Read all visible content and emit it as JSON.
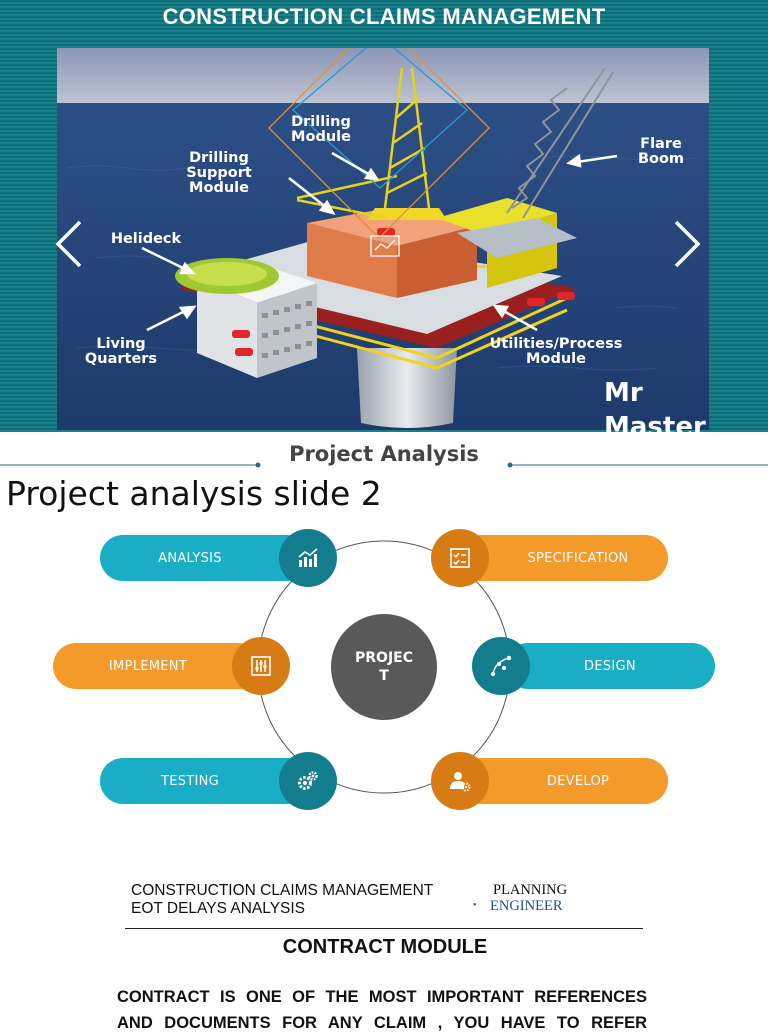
{
  "slide": {
    "title": "CONSTRUCTION CLAIMS MANAGEMENT",
    "labels": {
      "drilling_module": [
        "Drilling",
        "Module"
      ],
      "drilling_support_module": [
        "Drilling",
        "Support",
        "Module"
      ],
      "helideck": "Helideck",
      "living_quarters": [
        "Living",
        "Quarters"
      ],
      "flare_boom": [
        "Flare",
        "Boom"
      ],
      "utilities_process_module": [
        "Utilities/Process",
        "Module"
      ]
    },
    "author": [
      "Mr",
      "Master"
    ],
    "prev_icon": "chevron-left-icon",
    "next_icon": "chevron-right-icon"
  },
  "project_analysis": {
    "header": "Project Analysis",
    "slide_title": "Project analysis slide 2",
    "center_label": "PROJECT",
    "steps": [
      {
        "label": "ANALYSIS",
        "icon": "bar-chart-icon",
        "color": "#1aaec6"
      },
      {
        "label": "SPECIFICATION",
        "icon": "checklist-icon",
        "color": "#f39a2b"
      },
      {
        "label": "IMPLEMENT",
        "icon": "sliders-icon",
        "color": "#f39a2b"
      },
      {
        "label": "DESIGN",
        "icon": "vector-curve-icon",
        "color": "#1aaec6"
      },
      {
        "label": "TESTING",
        "icon": "gears-icon",
        "color": "#1aaec6"
      },
      {
        "label": "DEVELOP",
        "icon": "user-gear-icon",
        "color": "#f39a2b"
      }
    ]
  },
  "document": {
    "header_left": [
      "CONSTRUCTION CLAIMS MANAGEMENT",
      "EOT DELAYS ANALYSIS"
    ],
    "header_right": [
      "PLANNING",
      "ENGINEER"
    ],
    "module_title": "CONTRACT MODULE",
    "body": [
      "CONTRACT IS ONE OF THE MOST IMPORTANT REFERENCES",
      "AND DOCUMENTS FOR ANY CLAIM , YOU HAVE TO REFER"
    ]
  },
  "colors": {
    "teal": "#1aaec6",
    "teal_dark": "#137d8e",
    "orange": "#f39a2b",
    "orange_dark": "#d77b14",
    "center": "#595959",
    "slide_bg": "#17808a"
  }
}
